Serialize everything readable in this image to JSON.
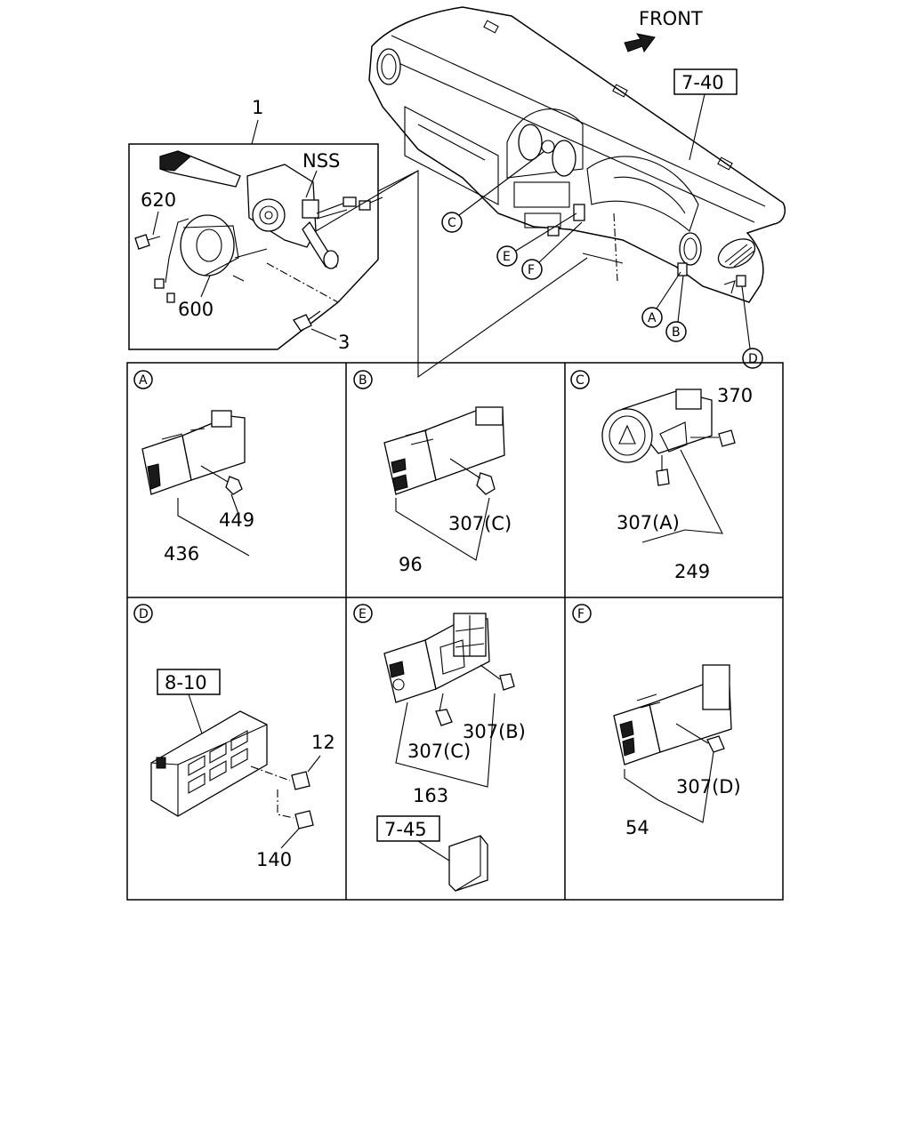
{
  "front_label": "FRONT",
  "ref_boxes": {
    "dash_ref": "7-40",
    "d_ref": "8-10",
    "e_ref": "7-45"
  },
  "callouts": {
    "c1": "1",
    "nss": "NSS",
    "c620": "620",
    "c600": "600",
    "c3": "3",
    "a_449": "449",
    "a_436": "436",
    "b_307c": "307(C)",
    "b_96": "96",
    "c_370": "370",
    "c_307a": "307(A)",
    "c_249": "249",
    "d_12": "12",
    "d_140": "140",
    "e_307b": "307(B)",
    "e_307c": "307(C)",
    "e_163": "163",
    "f_307d": "307(D)",
    "f_54": "54"
  },
  "circle_letters": {
    "a": "A",
    "b": "B",
    "c": "C",
    "d": "D",
    "e": "E",
    "f": "F"
  }
}
